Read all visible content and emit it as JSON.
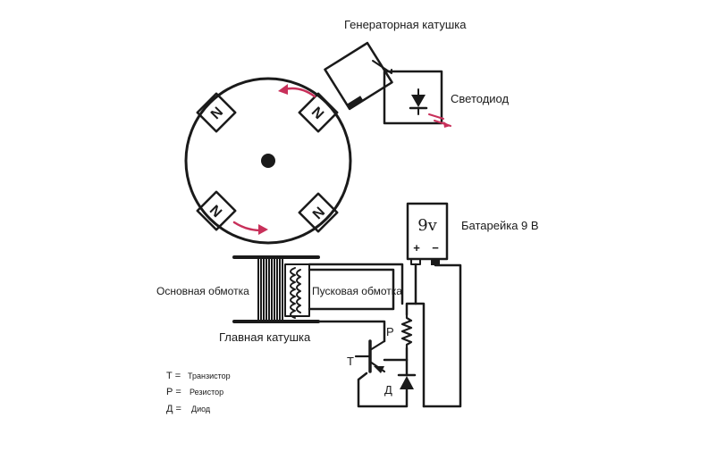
{
  "labels": {
    "generator_coil": "Генераторная катушка",
    "led": "Светодиод",
    "battery": "Батарейка 9 В",
    "main_winding": "Основная обмотка",
    "start_winding": "Пусковая обмотка",
    "main_coil": "Главная катушка",
    "resistor_mark": "Р",
    "transistor_mark": "Т",
    "diode_mark": "Д"
  },
  "battery": {
    "face_text": "9v",
    "plus": "+",
    "minus": "−"
  },
  "magnets": [
    "N",
    "N",
    "N",
    "N"
  ],
  "legend": [
    {
      "symbol": "Т =",
      "meaning": "Транзистор"
    },
    {
      "symbol": "Р =",
      "meaning": "Резистор"
    },
    {
      "symbol": "Д =",
      "meaning": "Диод"
    }
  ],
  "colors": {
    "ink": "#1a1a1a",
    "arrow": "#c8305a",
    "background": "#ffffff"
  }
}
